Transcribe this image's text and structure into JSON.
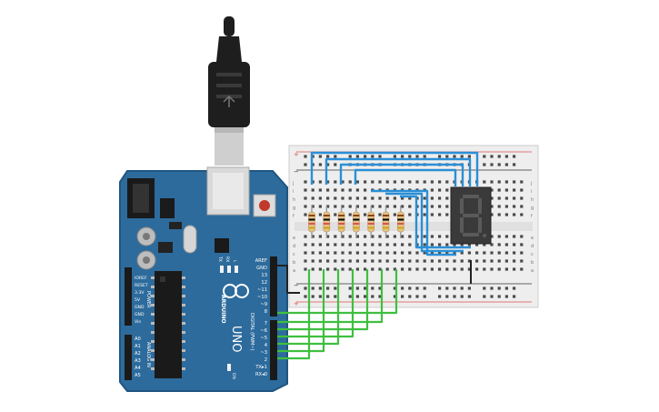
{
  "arduino": {
    "brand": "ARDUINO",
    "model": "UNO",
    "digital_heading": "DIGITAL (PWM~)",
    "analog_heading": "ANALOG IN",
    "power_heading": "POWER",
    "led_tx": "TX",
    "led_rx": "RX",
    "led_l": "L",
    "on_label": "ON",
    "pins_top": [
      "AREF",
      "GND",
      "13",
      "12",
      "~11",
      "~10",
      "~9",
      "8"
    ],
    "pins_bottom": [
      "7",
      "~6",
      "~5",
      "4",
      "~3",
      "2",
      "TX▸1",
      "RX◂0"
    ],
    "power_pins": [
      "IOREF",
      "RESET",
      "3.3V",
      "5V",
      "GND",
      "GND",
      "Vin"
    ],
    "analog_pins": [
      "A0",
      "A1",
      "A2",
      "A3",
      "A4",
      "A5"
    ],
    "colors": {
      "board": "#2d6b9c",
      "board_edge": "#1f5580",
      "label": "#ffffff"
    }
  },
  "breadboard": {
    "row_letters_top": [
      "j",
      "i",
      "h",
      "g",
      "f"
    ],
    "row_letters_bottom": [
      "e",
      "d",
      "c",
      "b",
      "a"
    ],
    "columns": 30,
    "rail_plus": "+",
    "rail_minus": "−",
    "colors": {
      "body": "#eeeeee",
      "hole": "#4a4a4a",
      "rail_red": "#d9534f",
      "rail_dark": "#333333"
    }
  },
  "display": {
    "digit": "8",
    "segment_color": "#5a5a5a",
    "body_color": "#3a3a3a"
  },
  "resistors": {
    "count": 7,
    "bands": [
      "#8b4513",
      "#000000",
      "#d9534f",
      "#d4a017"
    ]
  },
  "wires": {
    "green": "#3fbf3f",
    "blue": "#2a8fd6",
    "black": "#222222"
  },
  "usb_cable": {
    "colors": {
      "plug": "#1e1e1e",
      "metal": "#cfcfcf"
    }
  }
}
